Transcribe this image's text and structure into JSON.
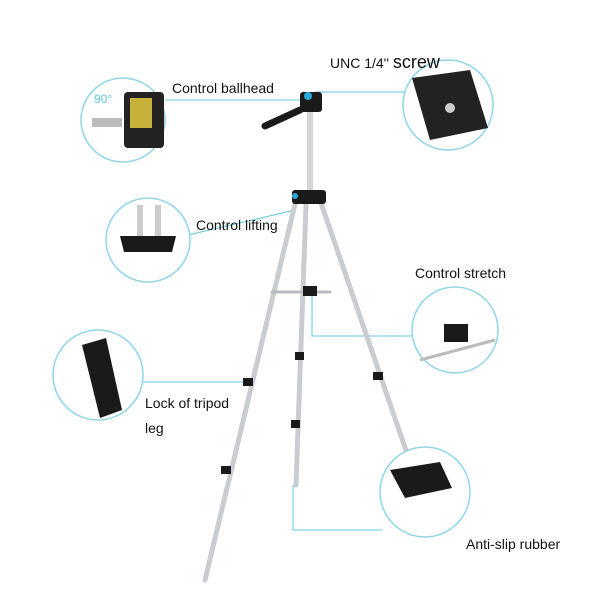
{
  "labels": {
    "screw_prefix": "UNC 1/4''",
    "screw_word": "screw",
    "ballhead": "Control ballhead",
    "angle": "90°",
    "lifting": "Control lifting",
    "stretch": "Control stretch",
    "lock_line1": "Lock of tripod",
    "lock_line2": "leg",
    "rubber": "Anti-slip rubber"
  },
  "colors": {
    "accent": "#5bc8e0",
    "leg": "#c9ccd0",
    "black": "#1a1a1a"
  }
}
